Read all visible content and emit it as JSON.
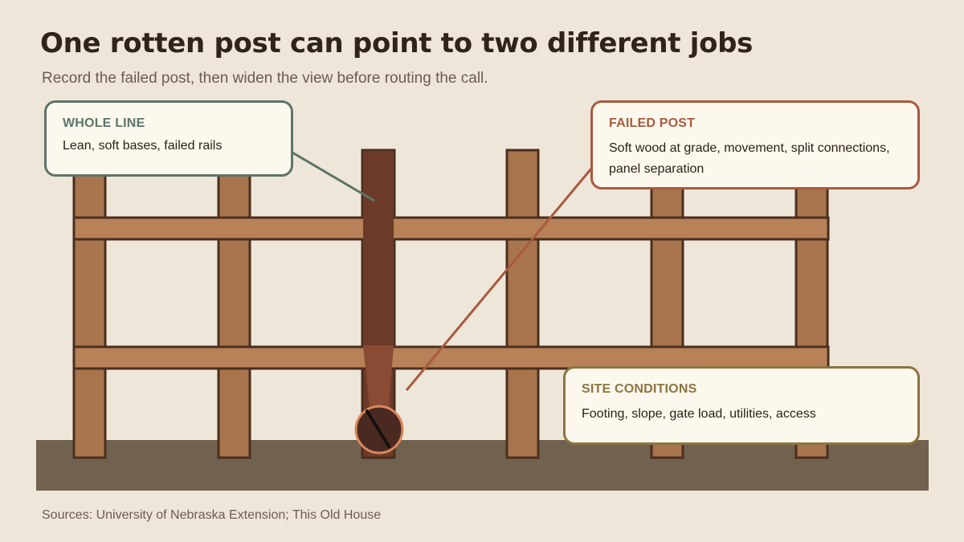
{
  "title": "One rotten post can point to two different jobs",
  "subtitle": "Record the failed post, then widen the view before routing the call.",
  "callouts": {
    "whole_line": {
      "title": "WHOLE LINE",
      "body": "Lean, soft bases, failed rails"
    },
    "failed_post": {
      "title": "FAILED POST",
      "body": "Soft wood at grade, movement, split connections, panel separation"
    },
    "site_conditions": {
      "title": "SITE CONDITIONS",
      "body": "Footing, slope, gate load, utilities, access"
    }
  },
  "source": "Sources: University of Nebraska Extension; This Old House",
  "colors": {
    "background": "#efe6da",
    "ground": "#71624f",
    "post": "#a8754d",
    "rail": "#b88157",
    "failed_post": "#6b3a28",
    "rot_zone": "#8a4a33",
    "outline": "#4a2f1f",
    "whole_line_accent": "#5d7468",
    "failed_post_accent": "#a85a3e",
    "site_accent": "#8c7440"
  }
}
